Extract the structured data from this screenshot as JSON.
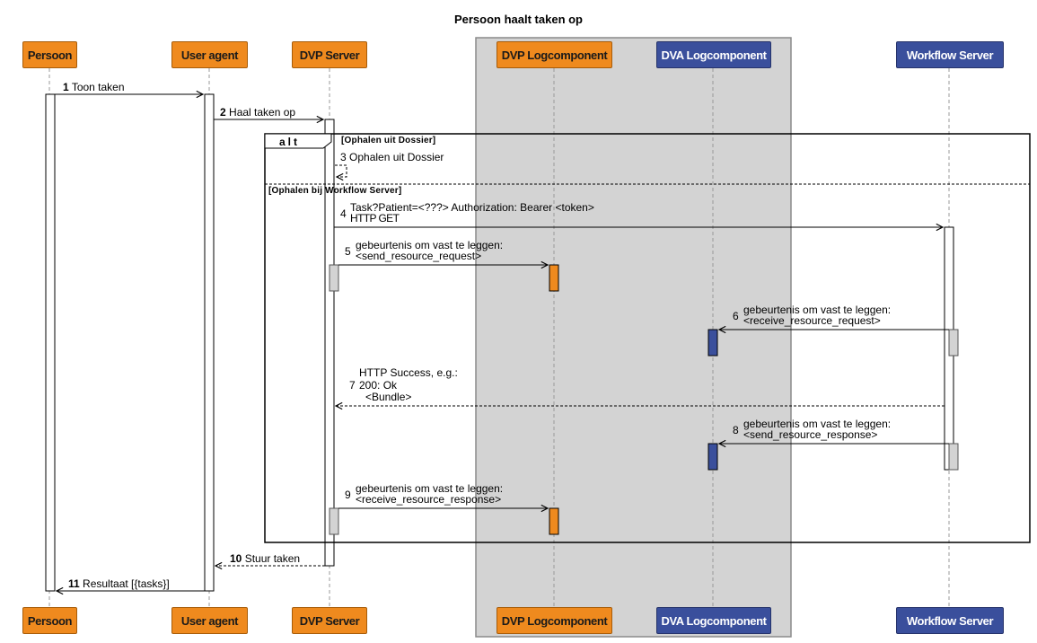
{
  "title": "Persoon haalt taken op",
  "participants": {
    "persoon": {
      "label": "Persoon",
      "color": "#ef8a1e"
    },
    "user_agent": {
      "label": "User agent",
      "color": "#ef8a1e"
    },
    "dvp_server": {
      "label": "DVP Server",
      "color": "#ef8a1e"
    },
    "dvp_log": {
      "label": "DVP Logcomponent",
      "color": "#ef8a1e"
    },
    "dva_log": {
      "label": "DVA Logcomponent",
      "color": "#3a4f9c"
    },
    "workflow": {
      "label": "Workflow Server",
      "color": "#3a4f9c"
    }
  },
  "fragment": {
    "keyword": "alt",
    "guard1": "[Ophalen uit Dossier]",
    "guard2": "[Ophalen bij Workflow Server]"
  },
  "messages": {
    "m1": {
      "num": "1",
      "text": "Toon taken"
    },
    "m2": {
      "num": "2",
      "text": "Haal taken op"
    },
    "m3": {
      "num": "3",
      "text": "Ophalen uit Dossier"
    },
    "m4": {
      "num": "4",
      "line1": "Task?Patient=<???> Authorization: Bearer <token>",
      "line2": "HTTP GET"
    },
    "m5": {
      "num": "5",
      "line1": "gebeurtenis om vast te leggen:",
      "line2": "<send_resource_request>"
    },
    "m6": {
      "num": "6",
      "line1": "gebeurtenis om vast te leggen:",
      "line2": "<receive_resource_request>"
    },
    "m7": {
      "num": "7",
      "line1": "HTTP Success, e.g.:",
      "line2": "200: Ok",
      "line3": "<Bundle>"
    },
    "m8": {
      "num": "8",
      "line1": "gebeurtenis om vast te leggen:",
      "line2": "<send_resource_response>"
    },
    "m9": {
      "num": "9",
      "line1": "gebeurtenis om vast te leggen:",
      "line2": "<receive_resource_response>"
    },
    "m10": {
      "num": "10",
      "text": "Stuur taken"
    },
    "m11": {
      "num": "11",
      "text": "Resultaat [{tasks}]"
    }
  }
}
